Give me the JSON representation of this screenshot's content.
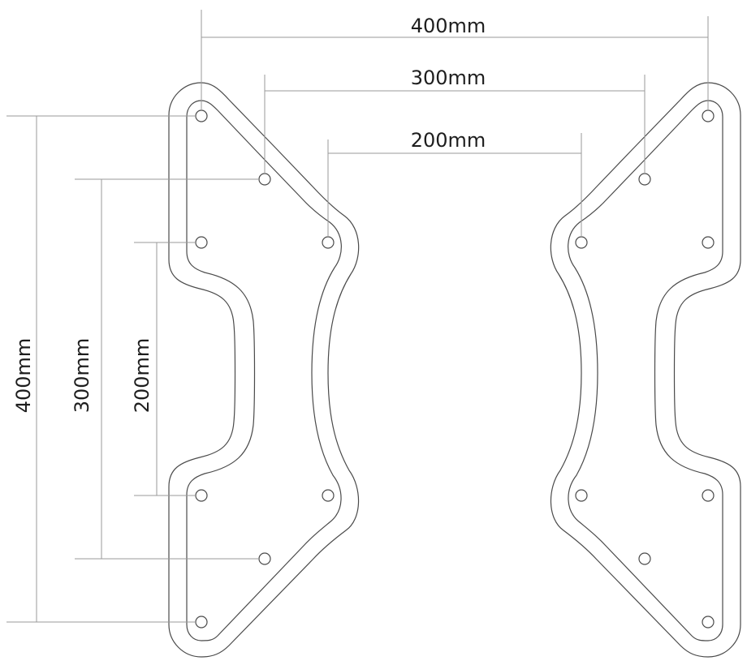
{
  "dimensions": {
    "horizontal": [
      {
        "id": "h400",
        "label": "400mm"
      },
      {
        "id": "h300",
        "label": "300mm"
      },
      {
        "id": "h200",
        "label": "200mm"
      }
    ],
    "vertical": [
      {
        "id": "v400",
        "label": "400mm"
      },
      {
        "id": "v300",
        "label": "300mm"
      },
      {
        "id": "v200",
        "label": "200mm"
      }
    ]
  },
  "colors": {
    "outline": "#4a4a4a",
    "dimension_line": "#9a9a9a",
    "text": "#1e1e1e"
  }
}
